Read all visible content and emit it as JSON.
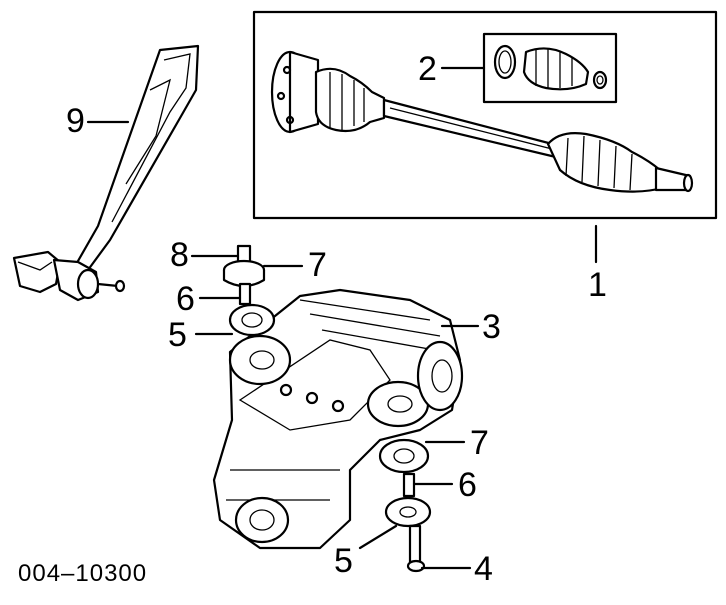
{
  "callouts": {
    "c1": "1",
    "c2": "2",
    "c3": "3",
    "c4": "4",
    "c5a": "5",
    "c5b": "5",
    "c6a": "6",
    "c6b": "6",
    "c7a": "7",
    "c7b": "7",
    "c8": "8",
    "c9": "9"
  },
  "part_number": "004–10300"
}
